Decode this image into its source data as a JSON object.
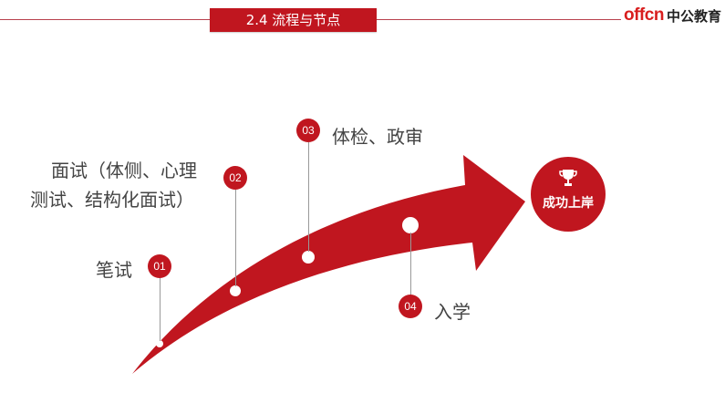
{
  "header": {
    "title": "2.4  流程与节点",
    "logo_en": "offcn",
    "logo_cn": "中公教育"
  },
  "colors": {
    "accent": "#c0161f",
    "line": "#999999",
    "text": "#444444"
  },
  "steps": [
    {
      "number": "01",
      "label": "笔试"
    },
    {
      "number": "02",
      "label_line1": "面试（体侧、心理",
      "label_line2": "测试、结构化面试）"
    },
    {
      "number": "03",
      "label": "体检、政审"
    },
    {
      "number": "04",
      "label": "入学"
    }
  ],
  "goal": {
    "icon": "trophy-icon",
    "label": "成功上岸"
  }
}
